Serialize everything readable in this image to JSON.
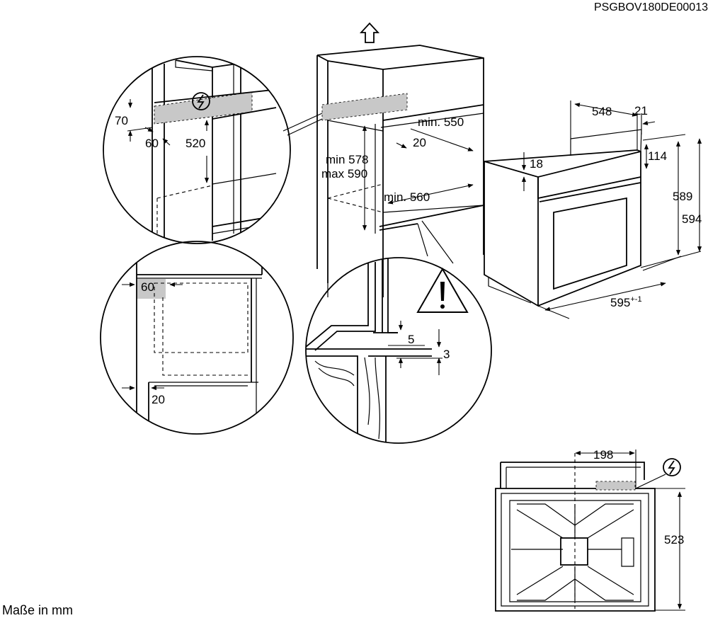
{
  "doc_code": "PSGBOV180DE00013",
  "units_note": "Maße in mm",
  "detail_top_left": {
    "d70": "70",
    "d60": "60",
    "d520": "520"
  },
  "cabinet": {
    "min_578": "min 578",
    "max_590": "max 590",
    "min_550": "min. 550",
    "d20": "20",
    "min_560": "min. 560"
  },
  "oven": {
    "d548": "548",
    "d21": "21",
    "d18": "18",
    "d114": "114",
    "d589": "589",
    "d594": "594",
    "d595": "595",
    "d595_tol": "+-1"
  },
  "detail_bottom_left": {
    "d60": "60",
    "d20": "20"
  },
  "detail_bottom_center": {
    "d5": "5",
    "d3": "3"
  },
  "back_view": {
    "d198": "198",
    "d523": "523"
  },
  "icons": [
    "electric-hazard-icon",
    "warning-triangle-icon",
    "up-arrow-icon"
  ]
}
